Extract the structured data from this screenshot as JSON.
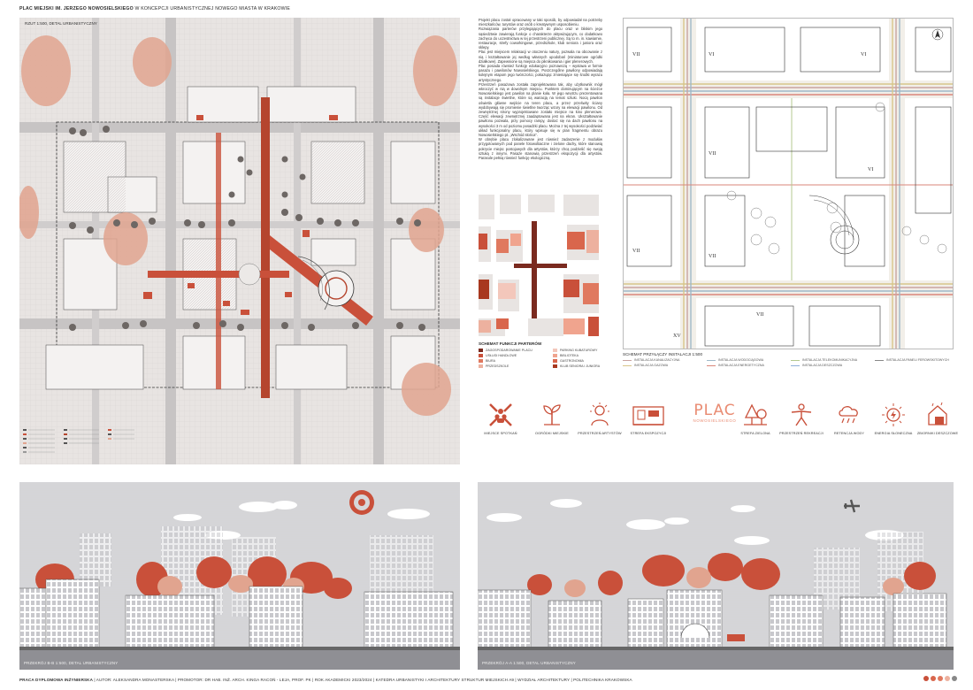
{
  "header": {
    "title_bold": "PLAC MIEJSKI IM. JERZEGO NOWOSIELSKIEGO",
    "title_rest": "W KONCEPCJI URBANISTYCZNEJ NOWEGO MIASTA W KRAKOWIE"
  },
  "plan": {
    "label": "RZUT 1:500, DETAL URBANISTYCZNY"
  },
  "description": {
    "paragraphs": [
      "Projekt placu został opracowany w taki sposób, by odpowiadał na potrzeby mieszkańców, turystów oraz osób o kreatywnym usposobieniu.",
      "Rozwiązania parterów przylegających do placu oraz w bliskim jego sąsiedztwie zawierają funkcje o charakterze aktywizującym, co dodatkowo zachęca do uczestnictwa w tej przestrzeni publicznej. Są to m. in. kawiarnie, restauracje, strefy coworkingowe, przedszkole, klub seniora i juniora oraz sklepy.",
      "Plac jest miejscem relaksacji w otoczeniu natury, pozwala na obcowanie z nią i kształtowanie jej według własnych upodobań (miniaturowe ogródki działkowe). Zapewnione są miejsca do piknikowania i gier plenerowych.",
      "Plac posiada również funkcję edukacyjno poznawczą – wystawa w formie pasażu i pawilonów Nowosielskiego. Poszczególne pawilony odpowiadają kolejnym etapom jego twórczości, pokazując zmieniające się środki wyrazu artystycznego.",
      "Przestrzeń pasażowa została zaprojektowana tak, aby użytkownik mógł wkroczyć w nią w dowolnym miejscu. Punktem dominującym na ścieżce Nowosielskiego jest pawilon na planie koła. W jego wnętrzu prezentowana są instalacje świetlne, które są wariacją na temat sztuki. Nocą pawilon oświetla główne wejście na teren placu, a przez prześwity ściany wydobywają się promienie świetlne tworząc wzory na elewacji pawilonu. Od zewnętrznej strony wyprojektowane zostało miejsce na kino plenerowe. Część elewacji zewnętrznej zaadaptowana jest na ekran. Ukształtowanie pawilonu pozwala, przy pomocy rampy, dostać się na dach pawilonu na wysokości 3 m od poziomu posadzki placu. Można z tej wysokości podziwiać układ funkcjonalny placu, który wpisuje się w plan fragmentu obrazu Nowosielskiego pt. „Wschód słońca”.",
      "W obrębie placu zlokalizowane jest również zadaszenie z modułów przygotowanych pod panele fotowoltaiczne i zielone dachy, które stanowią pokrycie miejsc postojowych dla artystów, którzy chcą podzielić się swoją sztuką z innymi. Pasaże stanowią przestrzeń ekspozycji dla artystów. Parasole pełnią również funkcję ekologiczną."
    ]
  },
  "func_legend": {
    "title": "SCHEMAT FUNKCJI PARTERÓW",
    "items": [
      {
        "label": "ZAGOSPODAROWANIE PLACU",
        "color": "#7a2a1f"
      },
      {
        "label": "PARKING KUBATUROWY",
        "color": "#f3c7bb"
      },
      {
        "label": "USŁUGI HANDLOWE",
        "color": "#c9503a"
      },
      {
        "label": "BIBLIOTEKA",
        "color": "#f0a48e"
      },
      {
        "label": "BIURA",
        "color": "#e0795f"
      },
      {
        "label": "GASTRONOMIA",
        "color": "#d9664c"
      },
      {
        "label": "PRZEDSZKOLE",
        "color": "#edb19f"
      },
      {
        "label": "KLUB SENIORA I JUNIORA",
        "color": "#a8381f"
      }
    ]
  },
  "installations": {
    "title": "SCHEMAT PRZYŁĄCZY INSTALACJI 1:500",
    "labels": [
      "VII",
      "VI",
      "VI",
      "VII",
      "VI",
      "VII",
      "VII",
      "VII",
      "XV"
    ],
    "legend": [
      {
        "label": "INSTALACJA KANALIZACYJNA",
        "color": "#c9a3a0"
      },
      {
        "label": "INSTALACJA WODOCIĄGOWA",
        "color": "#9fb9c9"
      },
      {
        "label": "INSTALACJA TELEKOMUNIKACYJNA",
        "color": "#b4c990"
      },
      {
        "label": "INSTALACJA PANELI FEROWSKITOWYCH",
        "color": "#888888"
      },
      {
        "label": "INSTALACJA GAZOWA",
        "color": "#d8c58a"
      },
      {
        "label": "INSTALACJA ENERGETYCZNA",
        "color": "#d9867a"
      },
      {
        "label": "INSTALACJA DESZCZOWA",
        "color": "#8fb0d9"
      }
    ]
  },
  "icons": [
    {
      "label": "MIEJSCE SPOTKAŃ",
      "icon": "meeting-icon"
    },
    {
      "label": "OGRÓDKI MIEJSKIE",
      "icon": "sprout-icon"
    },
    {
      "label": "PRZESTRZEŃ ARTYSTÓW",
      "icon": "artist-icon"
    },
    {
      "label": "STREFA EKSPOZYCJI",
      "icon": "exhibition-icon"
    },
    {
      "label": "STREFA ZIELONA",
      "icon": "trees-icon"
    },
    {
      "label": "PRZESTRZEŃ REKREACJI",
      "icon": "recreation-icon"
    },
    {
      "label": "RETENCJA WODY",
      "icon": "rain-cloud-icon"
    },
    {
      "label": "ENERGIA SŁONECZNA",
      "icon": "sun-energy-icon"
    },
    {
      "label": "ZBIORNIKI DESZCZOWE",
      "icon": "rain-tank-icon"
    }
  ],
  "logo": {
    "main": "PLAC",
    "sub": "NOWOSIELSKIEGO"
  },
  "sections": {
    "left_caption": "PRZEKRÓJ B-B 1:500, DETAL URBANISTYCZNY",
    "right_caption": "PRZEKRÓJ A-A 1:500, DETAL URBANISTYCZNY"
  },
  "footer": {
    "text_bold": "PRACA DYPLOMOWA INŻYNIERSKA",
    "text_rest": " | AUTOR: ALEKSANDRA MONASTERSKA | PROMOTOR: DR HAB. INŻ. ARCH. KINGA RACOŃ - LEJA, PROF. PK | ROK AKADEMICKI 2023/2024 | KATEDRA URBANISTYKI I ARCHITEKTURY STRUKTUR MIEJSKICH A9 | WYDZIAŁ ARCHITEKTURY | POLITECHNIKA KRAKOWSKA"
  },
  "colors": {
    "accent": "#c9503a",
    "accent_light": "#e98b72",
    "dark_red": "#7a2a1f",
    "plan_bg": "#e8e4e2",
    "section_bg": "#d7d7d9"
  }
}
